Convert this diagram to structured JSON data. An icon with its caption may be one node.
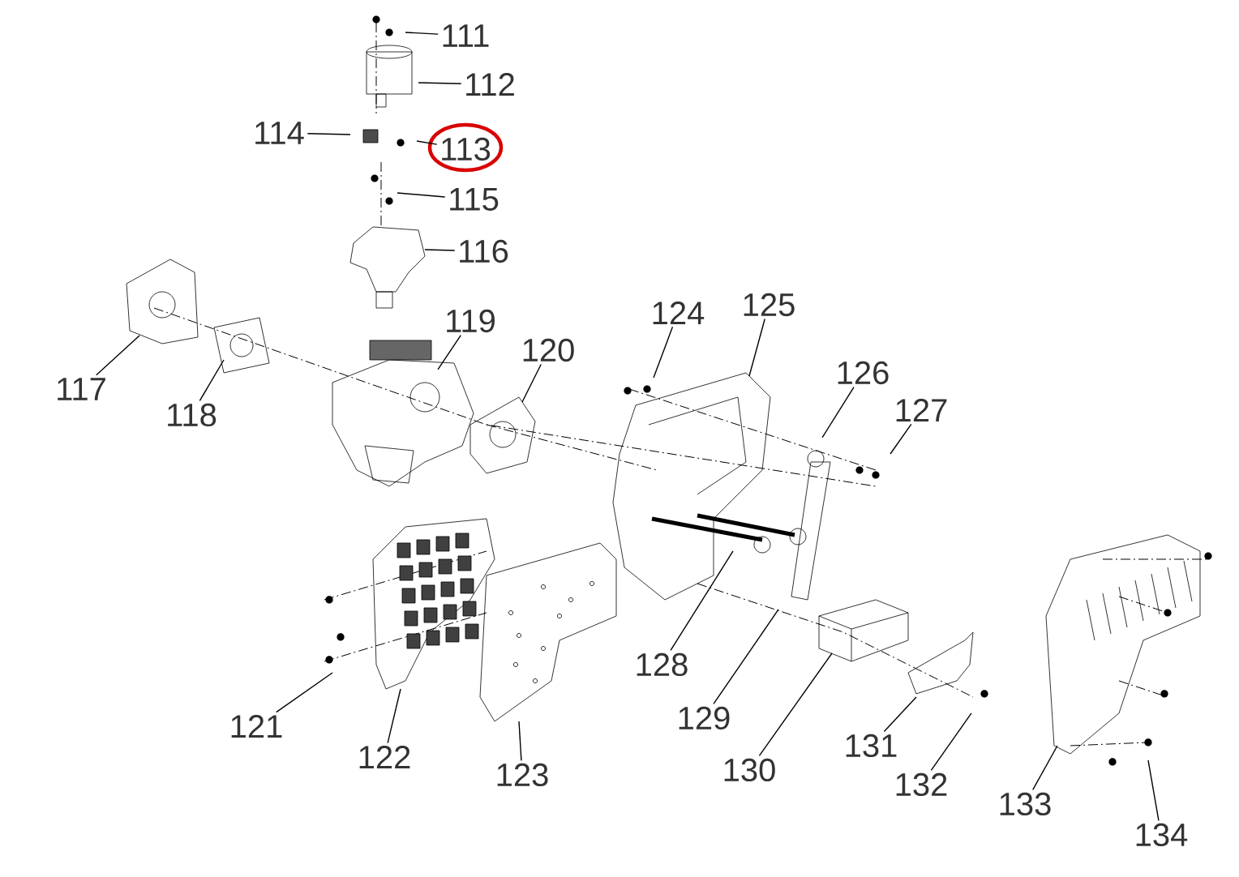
{
  "diagram": {
    "nodes": [
      {
        "text": [
          "111"
        ]
      },
      {
        "text": [
          "112"
        ]
      },
      {
        "text": [
          "113"
        ]
      },
      {
        "text": [
          "114"
        ]
      },
      {
        "text": [
          "115"
        ]
      },
      {
        "text": [
          "116"
        ]
      },
      {
        "text": [
          "117"
        ]
      },
      {
        "text": [
          "118"
        ]
      },
      {
        "text": [
          "119"
        ]
      },
      {
        "text": [
          "120"
        ]
      },
      {
        "text": [
          "121"
        ]
      },
      {
        "text": [
          "122"
        ]
      },
      {
        "text": [
          "123"
        ]
      },
      {
        "text": [
          "124"
        ]
      },
      {
        "text": [
          "125"
        ]
      },
      {
        "text": [
          "126"
        ]
      },
      {
        "text": [
          "127"
        ]
      },
      {
        "text": [
          "128"
        ]
      },
      {
        "text": [
          "129"
        ]
      },
      {
        "text": [
          "130"
        ]
      },
      {
        "text": [
          "131"
        ]
      },
      {
        "text": [
          "132"
        ]
      },
      {
        "text": [
          "133"
        ]
      },
      {
        "text": [
          "134"
        ]
      }
    ],
    "edges": [
      {
        "from": 0,
        "to": null,
        "arrow": "none"
      },
      {
        "from": 1,
        "to": null,
        "arrow": "none"
      },
      {
        "from": 2,
        "to": null,
        "arrow": "none"
      },
      {
        "from": 3,
        "to": null,
        "arrow": "none"
      },
      {
        "from": 4,
        "to": null,
        "arrow": "none"
      },
      {
        "from": 5,
        "to": null,
        "arrow": "none"
      },
      {
        "from": 6,
        "to": null,
        "arrow": "none"
      },
      {
        "from": 7,
        "to": null,
        "arrow": "none"
      },
      {
        "from": 8,
        "to": null,
        "arrow": "none"
      },
      {
        "from": 9,
        "to": null,
        "arrow": "none"
      },
      {
        "from": 10,
        "to": null,
        "arrow": "none"
      },
      {
        "from": 11,
        "to": null,
        "arrow": "none"
      },
      {
        "from": 12,
        "to": null,
        "arrow": "none"
      },
      {
        "from": 13,
        "to": null,
        "arrow": "none"
      },
      {
        "from": 14,
        "to": null,
        "arrow": "none"
      },
      {
        "from": 15,
        "to": null,
        "arrow": "none"
      },
      {
        "from": 16,
        "to": null,
        "arrow": "none"
      },
      {
        "from": 17,
        "to": null,
        "arrow": "none"
      },
      {
        "from": 18,
        "to": null,
        "arrow": "none"
      },
      {
        "from": 19,
        "to": null,
        "arrow": "none"
      },
      {
        "from": 20,
        "to": null,
        "arrow": "none"
      },
      {
        "from": 21,
        "to": null,
        "arrow": "none"
      },
      {
        "from": 22,
        "to": null,
        "arrow": "none"
      },
      {
        "from": 23,
        "to": null,
        "arrow": "none"
      }
    ]
  }
}
